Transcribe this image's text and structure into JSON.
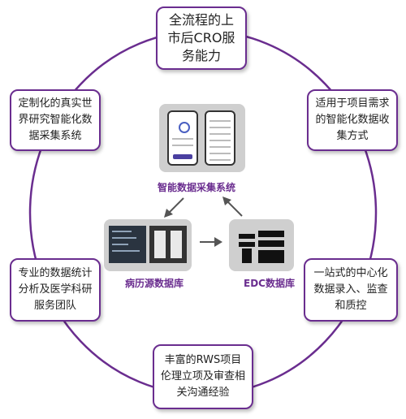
{
  "center": {
    "top_label": "智能数据采集系统",
    "left_label": "病历源数据库",
    "right_label": "EDC数据库"
  },
  "boxes": {
    "top": [
      "全流程的上",
      "市后CRO服",
      "务能力"
    ],
    "upper_left": [
      "定制化的真实世",
      "界研究智能化数",
      "据采集系统"
    ],
    "upper_right": [
      "适用于项目需求",
      "的智能化数据收",
      "集方式"
    ],
    "lower_left": [
      "专业的数据统计",
      "分析及医学科研",
      "服务团队"
    ],
    "lower_right": [
      "一站式的中心化",
      "数据录入、监查",
      "和质控"
    ],
    "bottom": [
      "丰富的RWS项目",
      "伦理立项及审查相",
      "关沟通经验"
    ]
  },
  "colors": {
    "accent": "#6a2d8f",
    "panel": "#cfcfcf"
  }
}
